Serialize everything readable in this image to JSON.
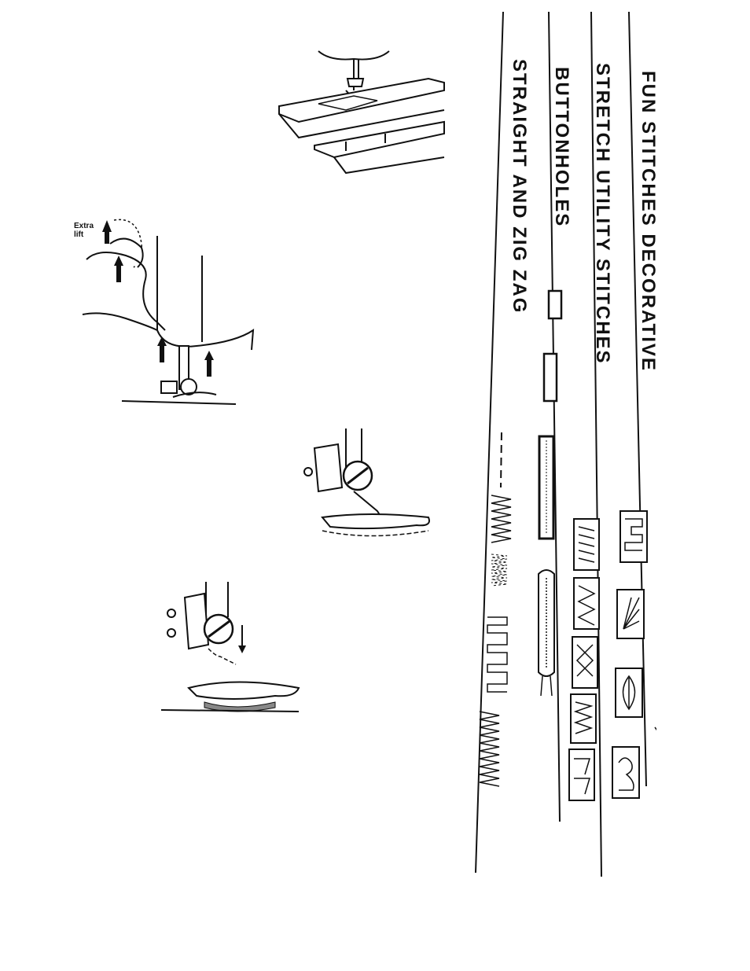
{
  "illustrations": {
    "presser_foot_lift": {
      "label_line1": "Extra",
      "label_line2": "lift"
    }
  },
  "stitch_chart": {
    "categories": [
      {
        "heading": "STRAIGHT  AND  ZIG  ZAG",
        "samples": [
          "straight",
          "zigzag",
          "zigzag-dense",
          "three-step-zigzag",
          "blind-hem"
        ]
      },
      {
        "heading": "BUTTONHOLES",
        "samples": [
          "buttonhole-short",
          "buttonhole-medium",
          "buttonhole-long",
          "corded-buttonhole"
        ]
      },
      {
        "heading": "STRETCH  UTILITY  STITCHES",
        "samples": [
          "ric-rac",
          "feather",
          "honeycomb",
          "overedge",
          "blind-stretch"
        ]
      },
      {
        "heading": "FUN  STITCHES  DECORATIVE",
        "samples": [
          "greek-key",
          "fan",
          "leaf",
          "duck"
        ]
      }
    ]
  }
}
